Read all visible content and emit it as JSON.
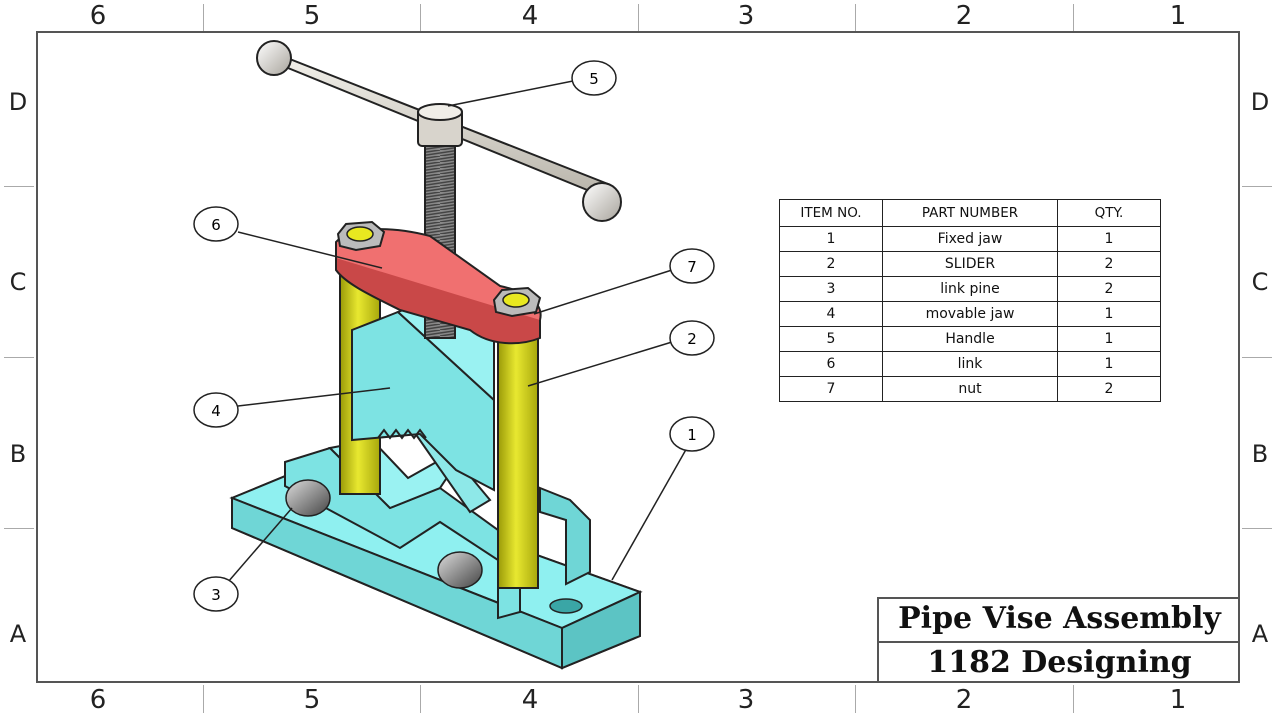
{
  "zones": {
    "columns": [
      "6",
      "5",
      "4",
      "3",
      "2",
      "1"
    ],
    "rows": [
      "D",
      "C",
      "B",
      "A"
    ]
  },
  "balloons": [
    "1",
    "2",
    "3",
    "4",
    "5",
    "6",
    "7"
  ],
  "bom": {
    "headers": [
      "ITEM NO.",
      "PART NUMBER",
      "QTY."
    ],
    "rows": [
      [
        "1",
        "Fixed jaw",
        "1"
      ],
      [
        "2",
        "SLIDER",
        "2"
      ],
      [
        "3",
        "link pine",
        "2"
      ],
      [
        "4",
        "movable jaw",
        "1"
      ],
      [
        "5",
        "Handle",
        "1"
      ],
      [
        "6",
        "link",
        "1"
      ],
      [
        "7",
        "nut",
        "2"
      ]
    ]
  },
  "title_block": {
    "title": "Pipe Vise Assembly",
    "subtitle": "1182 Designing"
  },
  "colors": {
    "body": "#7de3e3",
    "slider": "#d4d40a",
    "link": "#f07070",
    "nut": "#e8e820",
    "handle": "#d8d4cc"
  }
}
